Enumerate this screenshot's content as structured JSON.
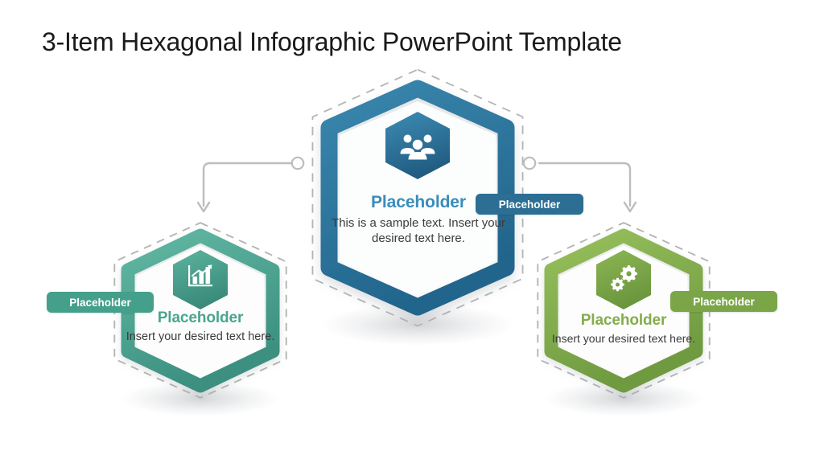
{
  "page": {
    "title": "3-Item Hexagonal Infographic PowerPoint Template",
    "background": "#ffffff"
  },
  "nodes": {
    "center": {
      "id": "center-node",
      "icon": "users-group-icon",
      "title": "Placeholder",
      "body": "This is a sample text. Insert your desired text here.",
      "tag_label": "Placeholder",
      "ring_color": "#2d6e94",
      "ring_color_light": "#3a87ae",
      "title_color": "#3a8cba",
      "tag_color": "#2d6e94"
    },
    "left": {
      "id": "left-node",
      "icon": "bar-chart-growth-icon",
      "title": "Placeholder",
      "body": "Insert your desired text here.",
      "tag_label": "Placeholder",
      "ring_color": "#45a08b",
      "ring_color_light": "#62b8a3",
      "title_color": "#4aa490",
      "tag_color": "#45a08b"
    },
    "right": {
      "id": "right-node",
      "icon": "gears-settings-icon",
      "title": "Placeholder",
      "body": "Insert your desired text here.",
      "tag_label": "Placeholder",
      "ring_color": "#7ba648",
      "ring_color_light": "#96bf5c",
      "title_color": "#84ad4c",
      "tag_color": "#7ba648"
    }
  },
  "connectors": {
    "line_color": "#b9b9b9",
    "dashed_outline_color": "#b5b5b5",
    "left_connector": "connector-center-to-left",
    "right_connector": "connector-center-to-right"
  }
}
